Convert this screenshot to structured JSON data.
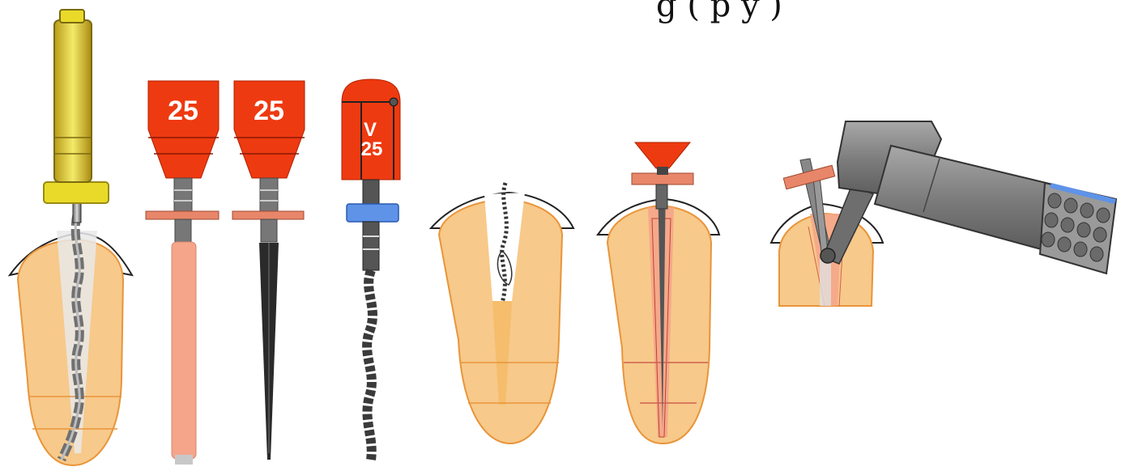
{
  "header_fragment": "g   (   p        y   )",
  "instruments": {
    "file_a": {
      "size_label": "25"
    },
    "file_b": {
      "size_label": "25"
    },
    "file_c": {
      "series_label": "V",
      "size_label": "25"
    }
  },
  "colors": {
    "tooth": "#F7C98A",
    "tooth_outline": "#E8953A",
    "handle_red": "#EE3A10",
    "stopper": "#E8866A",
    "handle_yellow": "#E9DA2A",
    "blue_stop": "#5E93E8",
    "handpiece": "#8A8A8A"
  }
}
